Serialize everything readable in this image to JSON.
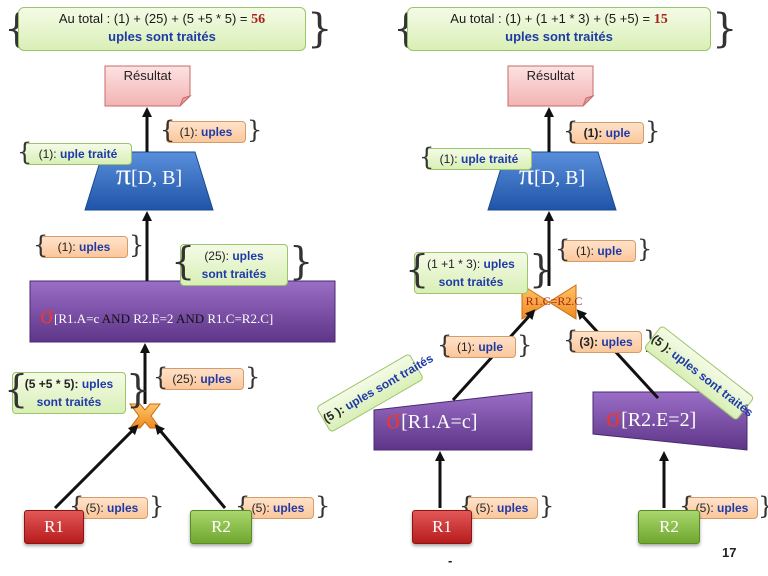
{
  "left": {
    "total_line1": "Au total : (1) + (25) + (5 +5 * 5) = ",
    "total_value": "56",
    "total_line2": "uples sont traités",
    "result_label": "Résultat",
    "tag_top_count": "(1):",
    "tag_top_word": "uples",
    "tag_proj_count": "(1):",
    "tag_proj_word": "uple traité",
    "projection_symbol": "π",
    "projection_attrs": "[D, B]",
    "tag_mid_count": "(1):",
    "tag_mid_word": "uples",
    "tag_sel_count": "(25):",
    "tag_sel_word1": "uples",
    "tag_sel_word2": "sont traités",
    "selection_symbol": "σ",
    "selection_cond_a": "[R1.A=c ",
    "selection_and1": "AND",
    "selection_cond_b": " R2.E=2 ",
    "selection_and2": "AND",
    "selection_cond_c": " R1.C=R2.C]",
    "tag_join_count": "(5 +5 * 5):",
    "tag_join_word1": "uples",
    "tag_join_word2": "sont traités",
    "tag_join_out_count": "(25):",
    "tag_join_out_word": "uples",
    "tag_r1_count": "(5):",
    "tag_r1_word": "uples",
    "tag_r2_count": "(5):",
    "tag_r2_word": "uples",
    "r1_label": "R1",
    "r2_label": "R2"
  },
  "right": {
    "total_line1": "Au total : (1) + (1 +1 * 3) + (5 +5) = ",
    "total_value": "15",
    "total_line2": "uples sont traités",
    "result_label": "Résultat",
    "tag_top_count": "(1):",
    "tag_top_word": "uple",
    "tag_proj_count": "(1):",
    "tag_proj_word": "uple traité",
    "projection_symbol": "π",
    "projection_attrs": "[D, B]",
    "tag_mid_count": "(1):",
    "tag_mid_word": "uple",
    "tag_join_count": "(1 +1 * 3):",
    "tag_join_word1": "uples",
    "tag_join_word2": "sont traités",
    "join_condition": "R1.C=R2.C",
    "tag_left_count": "(1):",
    "tag_left_word": "uple",
    "tag_right_count": "(3):",
    "tag_right_word": "uples",
    "tag_diag_left_count": "(5 ):",
    "tag_diag_left_word": "uples sont traités",
    "tag_diag_right_count": "(5 ):",
    "tag_diag_right_word": "uples sont traités",
    "sel1_symbol": "σ",
    "sel1_cond": "[R1.A=c]",
    "sel2_symbol": "σ",
    "sel2_cond": "[R2.E=2]",
    "tag_r1_count": "(5):",
    "tag_r1_word": "uples",
    "tag_r2_count": "(5):",
    "tag_r2_word": "uples",
    "r1_label": "R1",
    "r2_label": "R2"
  },
  "footer": {
    "dash": "-",
    "page_number": "17"
  },
  "colors": {
    "projection": "#2e6bc2",
    "selection": "#7b4aa8",
    "join": "#f5a33a",
    "relation_red": "#c62828",
    "relation_green": "#7cb342",
    "tag_orange": "#fbc79b",
    "tag_green": "#d9efb6",
    "highlight_red": "#a8231b"
  }
}
